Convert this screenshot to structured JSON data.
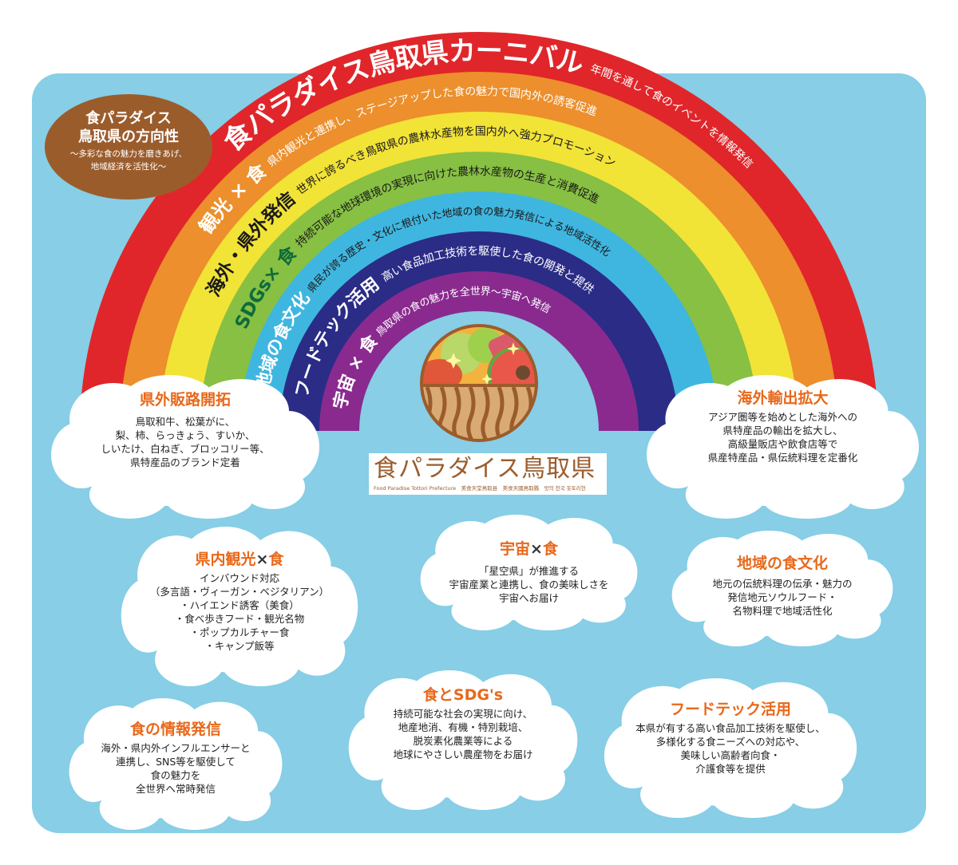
{
  "title": "食パラダイス鳥取県カーニバル",
  "colors": {
    "panel_bg": "#87cee6",
    "red": "#e0262a",
    "orange": "#ec8f2c",
    "yellow": "#f2e337",
    "green": "#87c043",
    "cyan": "#3fb6e0",
    "navy": "#2b2c86",
    "purple": "#8a2a8f",
    "badge_brown": "#9b5c2c",
    "title_orange": "#e8681a"
  },
  "badge": {
    "line1": "食パラダイス",
    "line2": "鳥取県の方向性",
    "line3": "～多彩な食の魅力を磨きあげ、",
    "line4": "地域経済を活性化～"
  },
  "rainbow": {
    "bands": [
      {
        "color": "red",
        "label": "食パラダイス鳥取県カーニバル",
        "text": "年間を通して食のイベントを情報発信"
      },
      {
        "color": "orange",
        "label": "観光 × 食",
        "text": "県内観光と連携し、ステージアップした食の魅力で国内外の誘客促進"
      },
      {
        "color": "yellow",
        "label": "海外・県外発信",
        "text": "世界に誇るべき鳥取県の農林水産物を国内外へ強力プロモーション"
      },
      {
        "color": "green",
        "label": "SDGs× 食",
        "text": "持続可能な地球環境の実現に向けた農林水産物の生産と消費促進"
      },
      {
        "color": "cyan",
        "label": "地域の食文化",
        "text": "県民が誇る歴史・文化に根付いた地域の食の魅力発信による地域活性化"
      },
      {
        "color": "navy",
        "label": "フードテック活用",
        "text": "高い食品加工技術を駆使した食の開発と提供"
      },
      {
        "color": "purple",
        "label": "宇宙 × 食",
        "text": "鳥取県の食の魅力を全世界～宇宙へ発信"
      }
    ]
  },
  "logo": {
    "main": "食パラダイス鳥取県",
    "sub": "Food Paradise Tottori Prefecture　美食天堂鳥取县　美食天國鳥取縣　맛의 천국 돗토리현"
  },
  "basket_icon": "food-basket-icon",
  "clouds": [
    {
      "title": "県外販路開拓",
      "body": "鳥取和牛、松葉がに、\n梨、柿、らっきょう、すいか、\nしいたけ、白ねぎ、ブロッコリー等、\n県特産品のブランド定着"
    },
    {
      "title": "海外輸出拡大",
      "body": "アジア圏等を始めとした海外への\n県特産品の輸出を拡大し、\n高級量販店や飲食店等で\n県産特産品・県伝統料理を定番化"
    },
    {
      "title_a": "県内観光",
      "title_x": "×",
      "title_b": "食",
      "body": "インバウンド対応\n（多言語・ヴィーガン・ベジタリアン）\n・ハイエンド誘客（美食）\n・食べ歩きフード・観光名物\n・ポップカルチャー食\n・キャンプ飯等"
    },
    {
      "title_a": "宇宙",
      "title_x": "×",
      "title_b": "食",
      "body": "「星空県」が推進する\n宇宙産業と連携し、食の美味しさを\n宇宙へお届け"
    },
    {
      "title": "地域の食文化",
      "body": "地元の伝統料理の伝承・魅力の\n発信地元ソウルフード・\n名物料理で地域活性化"
    },
    {
      "title": "食の情報発信",
      "body": "海外・県内外インフルエンサーと\n連携し、SNS等を駆使して\n食の魅力を\n全世界へ常時発信"
    },
    {
      "title": "食とSDG's",
      "body": "持続可能な社会の実現に向け、\n地産地消、有機・特別栽培、\n脱炭素化農業等による\n地球にやさしい農産物をお届け"
    },
    {
      "title": "フードテック活用",
      "body": "本県が有する高い食品加工技術を駆使し、\n多様化する食ニーズへの対応や、\n美味しい高齢者向食・\n介護食等を提供"
    }
  ]
}
